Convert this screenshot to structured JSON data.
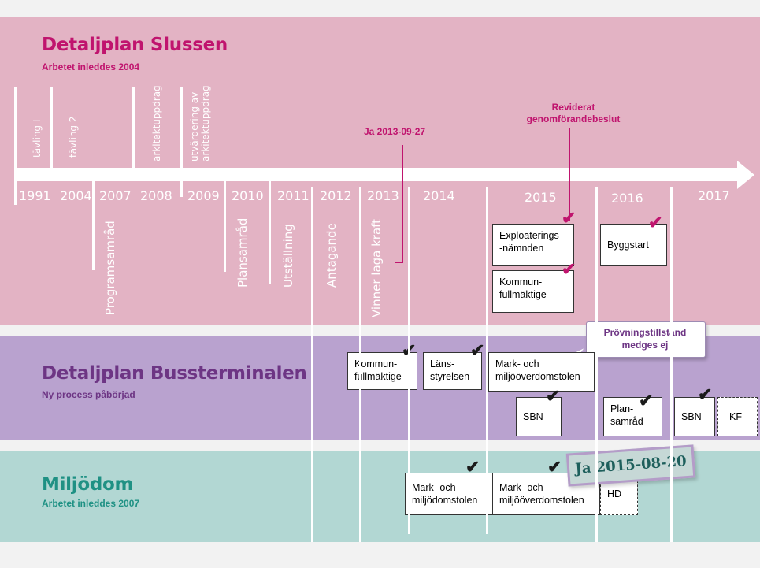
{
  "colors": {
    "slussen_bg": "#e3b3c4",
    "slussen_title": "#c0146e",
    "bussterminal_bg": "#b9a2cf",
    "bussterminal_title": "#6d3584",
    "miljodom_bg": "#b2d7d3",
    "miljodom_title": "#1f9184",
    "annotation": "#c0146e",
    "stamp_text": "#1e5f5c",
    "stamp_bg": "#c6d8d6",
    "stamp_border": "#b49cc8"
  },
  "slussen": {
    "title": "Detaljplan Slussen",
    "subtitle": "Arbetet inleddes 2004",
    "years": [
      "1991",
      "2004",
      "2007",
      "2008",
      "2009",
      "2010",
      "2011",
      "2012",
      "2013",
      "2014",
      "2015",
      "2016",
      "2017"
    ],
    "upper_labels": [
      "tävling I",
      "tävling 2",
      "arkitektuppdrag",
      "utvärdering av arkitektuppdrag"
    ],
    "lower_labels": [
      "Programsamråd",
      "Plansamråd",
      "Utställning",
      "Antagande",
      "Vinner laga kraft"
    ],
    "annotations": {
      "ja_date": "Ja 2013-09-27",
      "reviderat_1": "Reviderat",
      "reviderat_2": "genomförandebeslut"
    },
    "boxes": {
      "exploatering_1": "Exploaterings",
      "exploatering_2": "-nämnden",
      "kommun_1": "Kommun-",
      "kommun_2": "fullmäktige",
      "byggstart": "Byggstart"
    }
  },
  "bussterminalen": {
    "title": "Detaljplan Bussterminalen",
    "subtitle": "Ny process påbörjad",
    "callout_1": "Prövningstillstånd",
    "callout_2": "medges ej",
    "boxes": {
      "kommun_1": "Kommun-",
      "kommun_2": "fullmäktige",
      "lans_1": "Läns-",
      "lans_2": "styrelsen",
      "mark_1": "Mark- och",
      "mark_2": "miljööverdomstolen",
      "sbn1": "SBN",
      "plan_1": "Plan-",
      "plan_2": "samråd",
      "sbn2": "SBN",
      "kf": "KF"
    }
  },
  "miljodom": {
    "title": "Miljödom",
    "subtitle": "Arbetet inleddes 2007",
    "stamp": "Ja 2015-08-20",
    "boxes": {
      "mark1_1": "Mark- och",
      "mark1_2": "miljödomstolen",
      "mark2_1": "Mark- och",
      "mark2_2": "miljööverdomstolen",
      "hd": "HD"
    }
  }
}
